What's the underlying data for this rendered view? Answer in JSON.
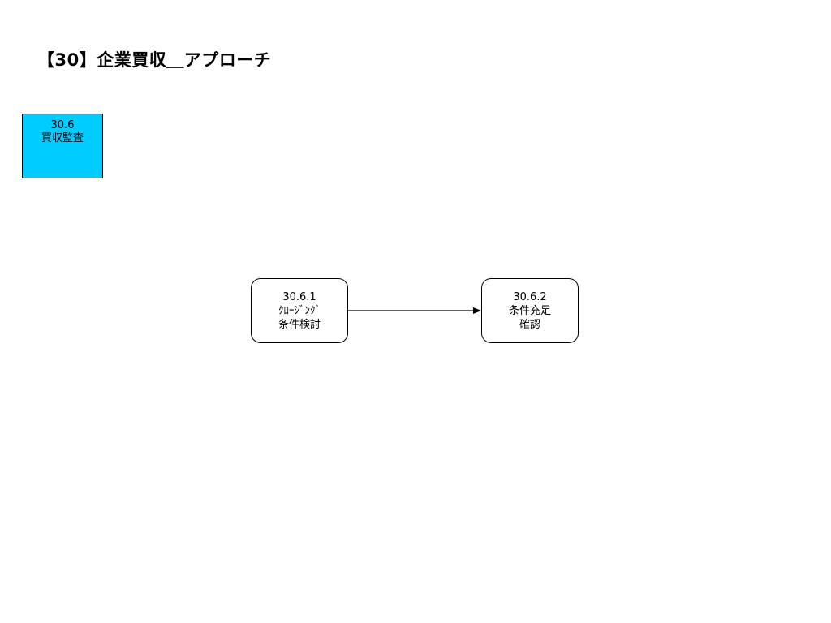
{
  "title": "【30】企業買収＿アプローチ",
  "section": {
    "number": "30.6",
    "label": "買収監査",
    "color": "#00ccff"
  },
  "nodes": [
    {
      "id": "30.6.1",
      "lines": [
        "30.6.1",
        "ｸﾛｰｼﾞﾝｸﾞ",
        "条件検討"
      ]
    },
    {
      "id": "30.6.2",
      "lines": [
        "30.6.2",
        "条件充足",
        "確認"
      ]
    }
  ],
  "edges": [
    {
      "from": "30.6.1",
      "to": "30.6.2"
    }
  ]
}
